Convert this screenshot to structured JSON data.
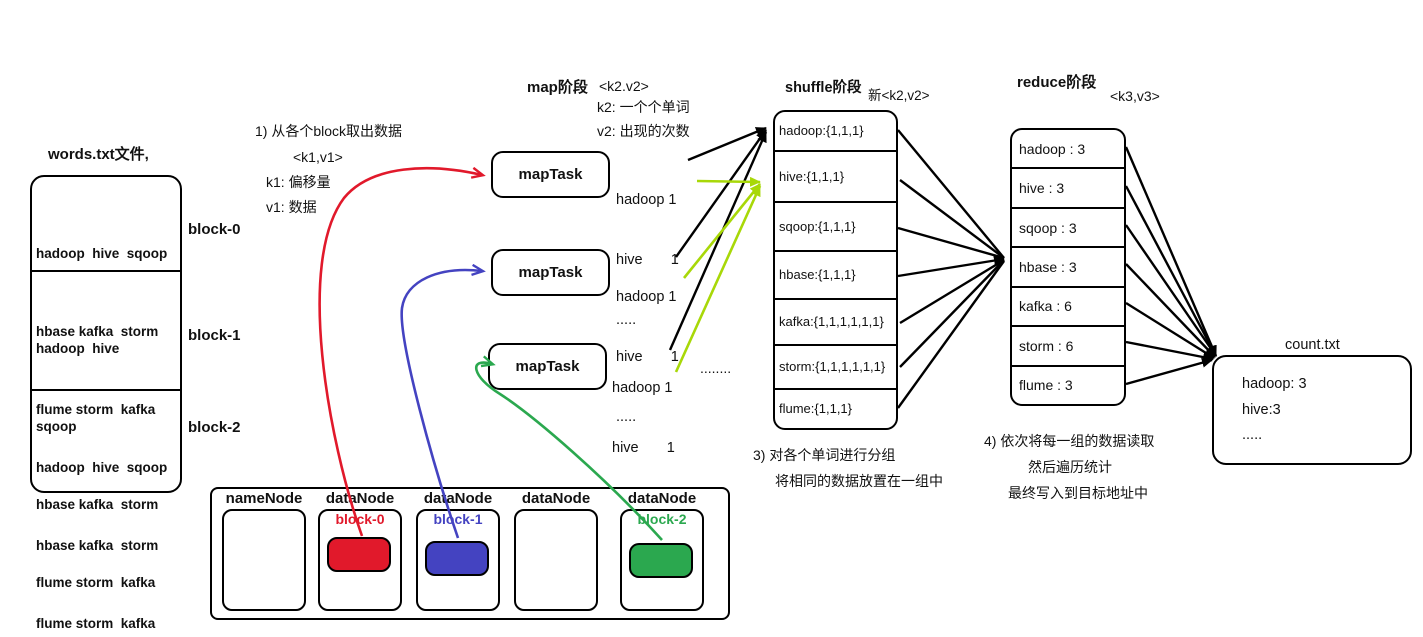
{
  "words_file": {
    "title": "words.txt文件,",
    "blocks": [
      {
        "label": "block-0",
        "lines": [
          "hadoop  hive  sqoop",
          "hbase kafka  storm",
          "flume storm  kafka"
        ]
      },
      {
        "label": "block-1",
        "lines": [
          "hadoop  hive",
          "sqoop",
          "hbase kafka  storm",
          "flume storm  kafka"
        ]
      },
      {
        "label": "block-2",
        "lines": [
          "hadoop  hive  sqoop",
          "hbase kafka  storm",
          "flume storm  kafka"
        ]
      }
    ]
  },
  "note1": {
    "line1": "1)  从各个block取出数据",
    "line2": "<k1,v1>",
    "line3": "k1: 偏移量",
    "line4": "v1: 数据"
  },
  "map_stage": {
    "title": "map阶段",
    "kv": "<k2.v2>",
    "k_desc": "k2: 一个个单词",
    "v_desc": "v2:  出现的次数",
    "task_label": "mapTask",
    "outputs": [
      "hadoop 1",
      "hive       1",
      "....."
    ],
    "ellipsis": "........"
  },
  "shuffle_stage": {
    "title": "shuffle阶段",
    "kv": "新<k2,v2>",
    "rows": [
      "hadoop:{1,1,1}",
      "hive:{1,1,1}",
      "sqoop:{1,1,1}",
      "hbase:{1,1,1}",
      "kafka:{1,1,1,1,1,1}",
      "storm:{1,1,1,1,1,1}",
      "flume:{1,1,1}"
    ]
  },
  "reduce_stage": {
    "title": "reduce阶段",
    "kv": "<k3,v3>",
    "rows": [
      "hadoop : 3",
      "hive : 3",
      "sqoop : 3",
      "hbase : 3",
      "kafka : 6",
      "storm : 6",
      "flume : 3"
    ]
  },
  "count_file": {
    "title": "count.txt",
    "lines": [
      "hadoop: 3",
      "hive:3",
      "....."
    ]
  },
  "note3": {
    "line1": "3) 对各个单词进行分组",
    "line2": "将相同的数据放置在一组中"
  },
  "note4": {
    "line1": "4) 依次将每一组的数据读取",
    "line2": "然后遍历统计",
    "line3": "最终写入到目标地址中"
  },
  "cluster": {
    "nodes": [
      {
        "label": "nameNode"
      },
      {
        "label": "dataNode",
        "block": "block-0",
        "color": "#e1192b"
      },
      {
        "label": "dataNode",
        "block": "block-1",
        "color": "#4443c1"
      },
      {
        "label": "dataNode"
      },
      {
        "label": "dataNode",
        "block": "block-2",
        "color": "#2ba84f"
      }
    ]
  },
  "colors": {
    "red": "#e1192b",
    "blue": "#4443c1",
    "green": "#2ba84f",
    "yellow_green": "#a8d808",
    "line": "#000000"
  }
}
